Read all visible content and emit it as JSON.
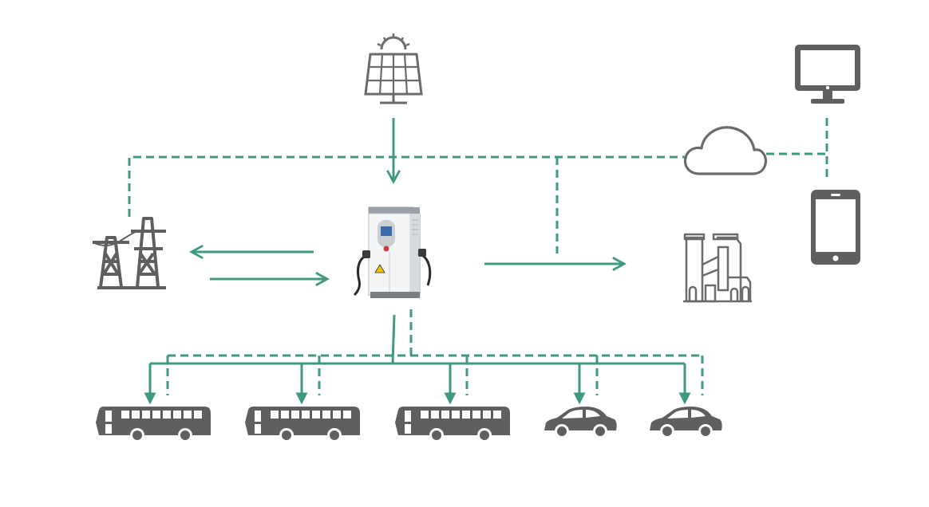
{
  "diagram": {
    "title": "",
    "colors": {
      "connection": "#3f9a78",
      "icon": "#5f5f5f",
      "charger_body": "#e9ecee",
      "charger_top": "#9aa0a5"
    },
    "nodes": [
      {
        "id": "solar-panel",
        "icon": "solar-panel-icon"
      },
      {
        "id": "power-grid",
        "icon": "transmission-tower-icon"
      },
      {
        "id": "charging-station",
        "icon": "ev-charger-icon"
      },
      {
        "id": "factory",
        "icon": "factory-icon"
      },
      {
        "id": "cloud",
        "icon": "cloud-icon"
      },
      {
        "id": "monitor",
        "icon": "monitor-icon"
      },
      {
        "id": "tablet",
        "icon": "tablet-icon"
      },
      {
        "id": "bus-1",
        "icon": "bus-icon"
      },
      {
        "id": "bus-2",
        "icon": "bus-icon"
      },
      {
        "id": "bus-3",
        "icon": "bus-icon"
      },
      {
        "id": "car-1",
        "icon": "car-icon"
      },
      {
        "id": "car-2",
        "icon": "car-icon"
      }
    ],
    "edges": [
      {
        "from": "solar-panel",
        "to": "charging-station",
        "style": "solid",
        "arrow": true
      },
      {
        "from": "charging-station",
        "to": "power-grid",
        "style": "solid",
        "arrow": true
      },
      {
        "from": "power-grid",
        "to": "charging-station",
        "style": "solid",
        "arrow": true
      },
      {
        "from": "charging-station",
        "to": "factory",
        "style": "solid",
        "arrow": true
      },
      {
        "from": "charging-station",
        "to": "bus-1",
        "style": "solid",
        "arrow": true
      },
      {
        "from": "charging-station",
        "to": "bus-2",
        "style": "solid",
        "arrow": true
      },
      {
        "from": "charging-station",
        "to": "bus-3",
        "style": "solid",
        "arrow": true
      },
      {
        "from": "charging-station",
        "to": "car-1",
        "style": "solid",
        "arrow": true
      },
      {
        "from": "charging-station",
        "to": "car-2",
        "style": "solid",
        "arrow": true
      },
      {
        "from": "power-grid",
        "to": "cloud",
        "style": "dashed",
        "arrow": false
      },
      {
        "from": "factory",
        "to": "cloud",
        "style": "dashed",
        "arrow": false
      },
      {
        "from": "cloud",
        "to": "monitor",
        "style": "dashed",
        "arrow": false
      },
      {
        "from": "cloud",
        "to": "tablet",
        "style": "dashed",
        "arrow": false
      },
      {
        "from": "charging-station",
        "to": "vehicles",
        "style": "dashed",
        "arrow": false
      }
    ]
  }
}
